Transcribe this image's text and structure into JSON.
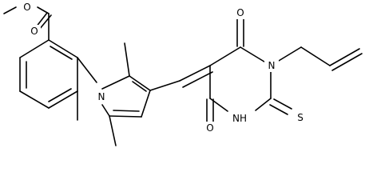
{
  "molecule": {
    "atom_labels": {
      "o_methoxy": "O",
      "o_carbonyl_ester": "O",
      "n_pyrrole": "N",
      "o_top": "O",
      "n_allyl": "N",
      "o_bottom": "O",
      "nh": "NH",
      "s": "S"
    }
  }
}
